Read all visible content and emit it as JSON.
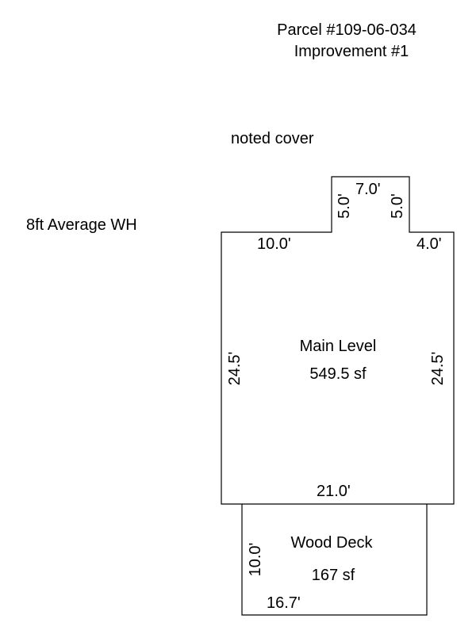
{
  "header": {
    "parcel": "Parcel #109-06-034",
    "improvement": "Improvement #1"
  },
  "notes": {
    "cover": "noted cover",
    "wall_height": "8ft Average WH"
  },
  "main_level": {
    "name": "Main Level",
    "area": "549.5 sf",
    "dims": {
      "top_left": "10.0'",
      "bump_top": "7.0'",
      "bump_left": "5.0'",
      "bump_right": "5.0'",
      "top_right": "4.0'",
      "left": "24.5'",
      "right": "24.5'",
      "bottom": "21.0'"
    }
  },
  "wood_deck": {
    "name": "Wood Deck",
    "area": "167 sf",
    "dims": {
      "side": "10.0'",
      "bottom": "16.7'"
    }
  },
  "colors": {
    "line": "#000000",
    "background": "#ffffff"
  }
}
